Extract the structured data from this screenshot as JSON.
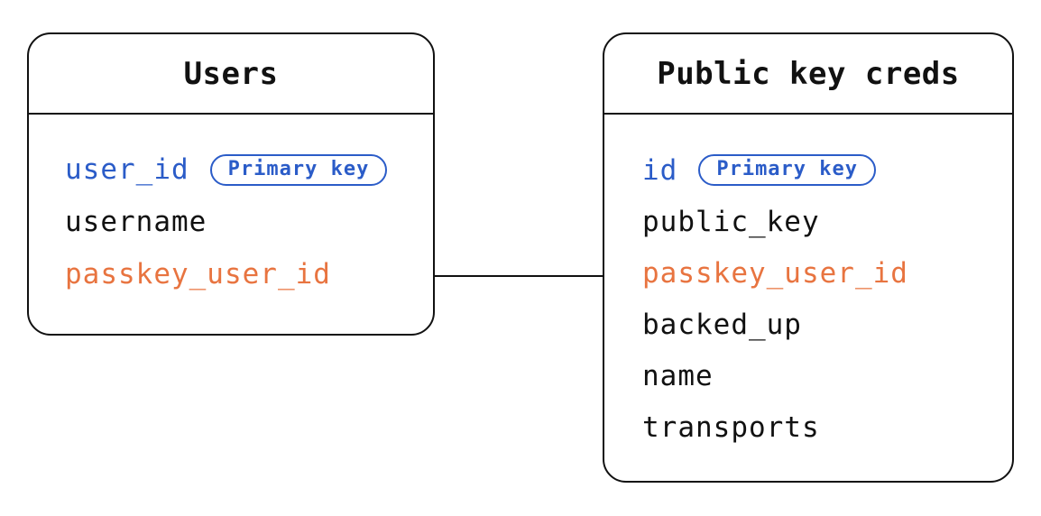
{
  "colors": {
    "background": "#ffffff",
    "ink": "#111111",
    "accent_blue": "#2b5cc8",
    "accent_orange": "#e87440"
  },
  "diagram": {
    "tables": [
      {
        "title": "Users",
        "fields": [
          {
            "name": "user_id",
            "badge": "Primary key",
            "color": "blue"
          },
          {
            "name": "username",
            "color": "ink"
          },
          {
            "name": "passkey_user_id",
            "color": "orange"
          }
        ]
      },
      {
        "title": "Public key creds",
        "fields": [
          {
            "name": "id",
            "badge": "Primary key",
            "color": "blue"
          },
          {
            "name": "public_key",
            "color": "ink"
          },
          {
            "name": "passkey_user_id",
            "color": "orange"
          },
          {
            "name": "backed_up",
            "color": "ink"
          },
          {
            "name": "name",
            "color": "ink"
          },
          {
            "name": "transports",
            "color": "ink"
          }
        ]
      }
    ],
    "relationship": {
      "from_table": "Users",
      "from_field": "passkey_user_id",
      "to_table": "Public key creds",
      "to_field": "passkey_user_id"
    }
  }
}
